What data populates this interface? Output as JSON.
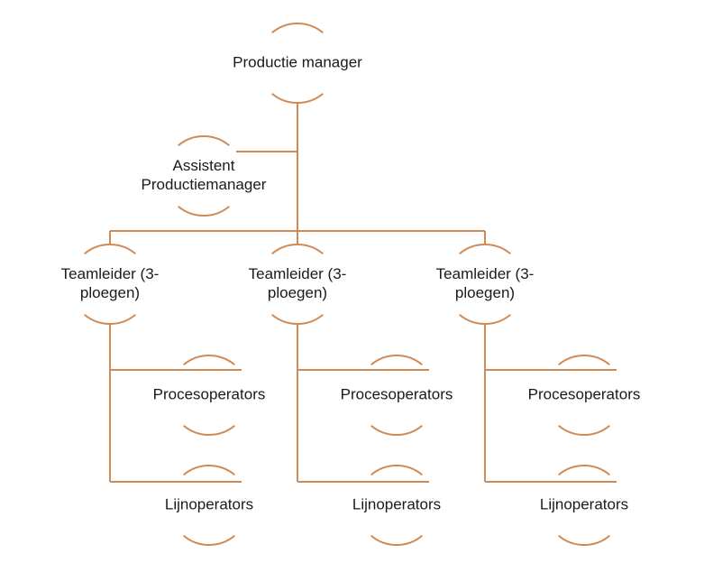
{
  "diagram": {
    "line_color": "#d08a55",
    "text_color": "#1a1a1a",
    "nodes": {
      "manager": [
        "Productie manager"
      ],
      "assistant": [
        "Assistent",
        "Productiemanager"
      ],
      "teamleads": [
        [
          "Teamleider (3-",
          "ploegen)"
        ],
        [
          "Teamleider (3-",
          "ploegen)"
        ],
        [
          "Teamleider (3-",
          "ploegen)"
        ]
      ],
      "process_operators": "Procesoperators",
      "line_operators": "Lijnoperators"
    }
  }
}
